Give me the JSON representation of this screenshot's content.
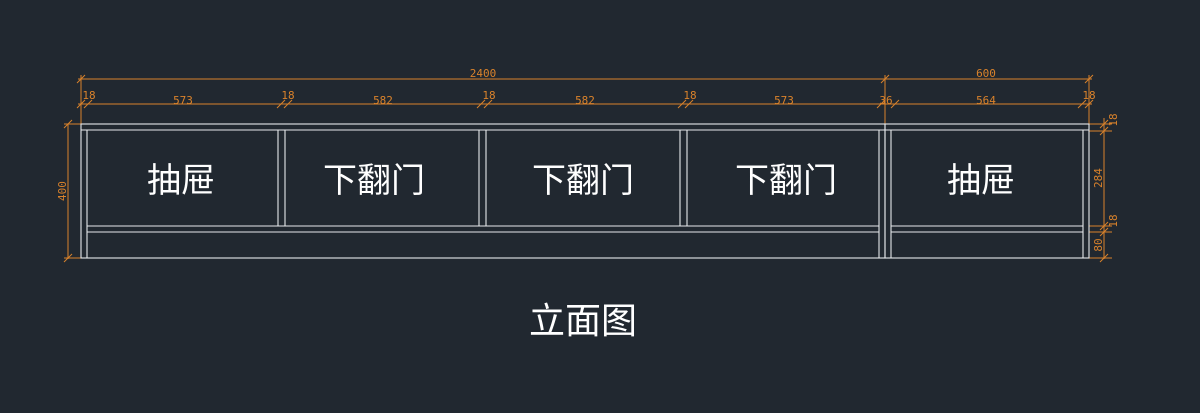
{
  "drawing": {
    "title": "立面图",
    "colors": {
      "background": "#212830",
      "dimension": "#d9822b",
      "linework": "#e6e9ec",
      "text": "#ffffff"
    },
    "overall_dims": [
      "2400",
      "600"
    ],
    "top_dims": [
      "18",
      "573",
      "18",
      "582",
      "18",
      "582",
      "18",
      "573",
      "36",
      "564",
      "18"
    ],
    "right_dims": [
      "18",
      "284",
      "18",
      "80"
    ],
    "left_dim": "400",
    "compartments": [
      "抽屉",
      "下翻门",
      "下翻门",
      "下翻门",
      "抽屉"
    ]
  }
}
